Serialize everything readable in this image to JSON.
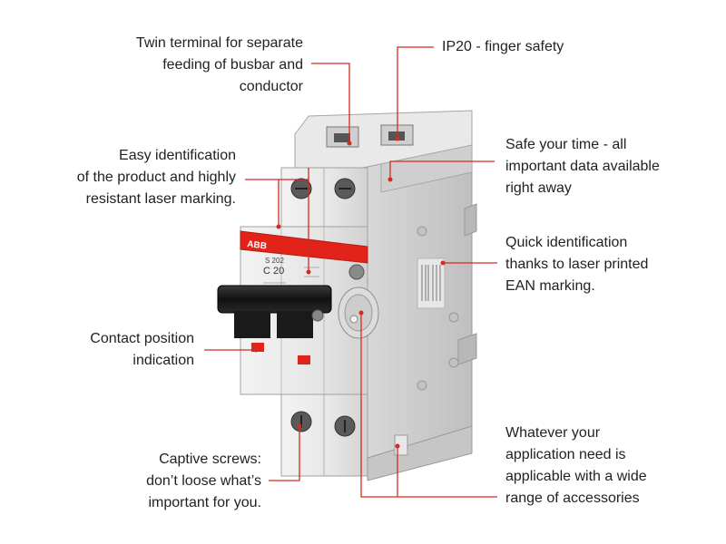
{
  "brand": "ABB",
  "product": {
    "model": "S 202",
    "rating": "C 20"
  },
  "callouts": {
    "twin_terminal": [
      "Twin terminal for separate",
      "feeding of busbar and",
      "conductor"
    ],
    "ip20": [
      "IP20 - finger safety"
    ],
    "safe_time": [
      "Safe your time - all",
      "important data available",
      "right away"
    ],
    "easy_id": [
      "Easy identification",
      "of the product and highly",
      "resistant laser marking."
    ],
    "quick_id": [
      "Quick identification",
      "thanks to laser printed",
      "EAN marking."
    ],
    "contact_position": [
      "Contact position",
      "indication"
    ],
    "captive_screws": [
      "Captive screws:",
      "don’t loose what’s",
      "important for you."
    ],
    "accessories": [
      "Whatever your",
      "application need is",
      "applicable with a wide",
      "range of accessories"
    ]
  },
  "colors": {
    "leader": "#d52b1e",
    "brand_red": "#e2231a",
    "text": "#222222"
  }
}
